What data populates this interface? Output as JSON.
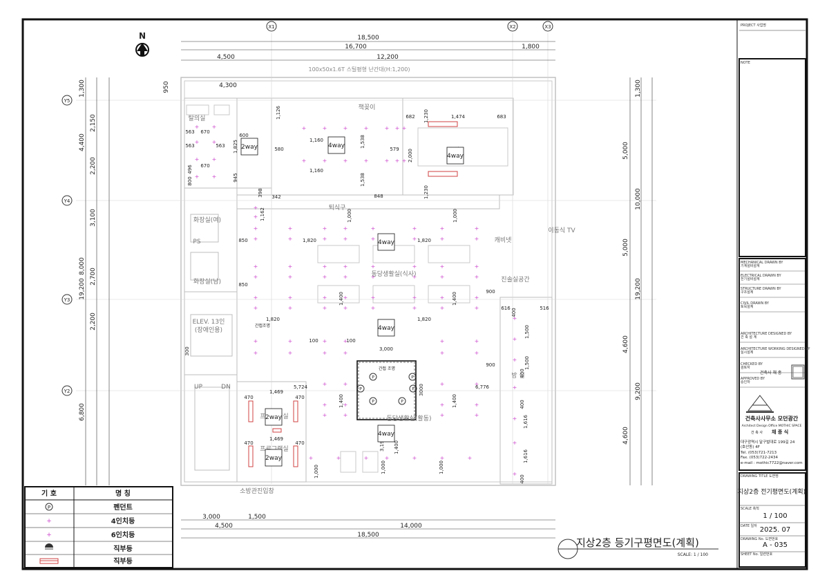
{
  "drawing": {
    "title": "지상2층 등기구평면도(계획)",
    "scale_note": "SCALE: 1 / 100",
    "north_label": "N",
    "grid_cols": [
      "X1",
      "X2",
      "X3"
    ],
    "grid_rows": [
      "Y5",
      "Y4",
      "Y3",
      "Y2"
    ],
    "top_dims": [
      "18,500",
      "16,700",
      "1,800",
      "4,500",
      "12,200"
    ],
    "bottom_dims": [
      "3,000",
      "1,500",
      "4,500",
      "14,000",
      "18,500"
    ],
    "left_dims": [
      "1,300",
      "2,150",
      "4,400",
      "2,200",
      "3,100",
      "8,000",
      "2,700",
      "19,200",
      "2,200",
      "6,800",
      "950",
      "4,300"
    ],
    "right_dims": [
      "1,300",
      "5,000",
      "10,000",
      "5,000",
      "19,200",
      "4,600",
      "9,200",
      "4,600"
    ],
    "inner_dims": [
      "563",
      "670",
      "563",
      "563",
      "670",
      "600",
      "1,825",
      "945",
      "1,126",
      "580",
      "1,160",
      "1,538",
      "1,160",
      "1,538",
      "579",
      "682",
      "1,230",
      "1,474",
      "683",
      "2,000",
      "1,230",
      "1,162",
      "342",
      "398",
      "848",
      "1,000",
      "1,000",
      "850",
      "1,820",
      "1,820",
      "850",
      "1,400",
      "1,400",
      "1,820",
      "1,820",
      "900",
      "616",
      "400",
      "516",
      "1,500",
      "1,500",
      "900",
      "3,198",
      "3,000",
      "5,724",
      "6,776",
      "3000",
      "1,469",
      "470",
      "470",
      "1,400",
      "1,400",
      "1,400",
      "1,469",
      "470",
      "470",
      "1,000",
      "1,000",
      "1,000",
      "1,616",
      "1,616",
      "400",
      "400",
      "400",
      "100",
      "100",
      "496",
      "800",
      "3,198",
      "300"
    ],
    "device_labels": [
      "2way",
      "4way",
      "4way",
      "4way",
      "4way",
      "4way",
      "2way",
      "2way",
      "간접조명",
      "간접 조명"
    ],
    "room_labels": [
      "탈의실",
      "책꽂이",
      "공간",
      "화장실(여)",
      "PS",
      "화장실(남)",
      "ELEV. 13인",
      "(장애인용)",
      "UP",
      "DN",
      "퇴식구",
      "동당생활실(식사)",
      "캐비넷",
      "이동식 TV",
      "진솔실공간",
      "방 실",
      "동당생활실(활동)",
      "프로그램실",
      "프로그램실",
      "소방관진입창"
    ],
    "ceiling_note": "100x50x1.6T 스틸평형 난간대(H:1,200)"
  },
  "legend": {
    "header_symbol": "기 호",
    "header_name": "명 칭",
    "rows": [
      {
        "symbol": "P",
        "name": "펜던트"
      },
      {
        "symbol": "4-light",
        "name": "4인치등"
      },
      {
        "symbol": "6-light",
        "name": "6인치등"
      },
      {
        "symbol": "ceiling-light",
        "name": "직부등"
      },
      {
        "symbol": "linear-light",
        "name": "직부등"
      }
    ]
  },
  "title_block": {
    "project_label": "PROJECT\n사업명",
    "note_label": "NOTE",
    "fields": [
      "MECHANICAL DRAWN BY\n기계설비설계",
      "ELECTRICAL DRAWN BY\n전기설비설계",
      "STRUCTURE DRAWN BY\n구조설계",
      "CIVIL DRAWN BY\n토목설계",
      "ARCHITECTURE DESIGNED BY\n건 축 설 계",
      "ARCHITECTURE WORKING DESIGNED BY\n실시설계",
      "CHECKED BY\n검토자",
      "APPROVED BY\n승인자"
    ],
    "checker": "건축사  채 종",
    "firm_name": "건축사사무소 모던광간",
    "firm_en": "Architect Design Office MOTHIC SPACE",
    "architect_prefix": "건 축 사",
    "architect_name": "채 종 식",
    "address1": "대구광역시 달구벌대로 199길 24",
    "address2": "(호산동) 4F",
    "tel": "Tel. (053)721-7213",
    "fax": "Fax. (053)722-2434",
    "email": "e-mail : mothic7722@naver.com",
    "drawing_title_label": "DRAWING TITLE\n도면명",
    "drawing_title": "지상2층 전기평면도(계획)",
    "scale_label": "SCALE\n축척",
    "scale_value": "1 / 100",
    "date_label": "DATE\n일자",
    "date_value": "2025. 07",
    "drawing_no_label": "DRAWING No.\n도면번호",
    "drawing_no": "A  -  035",
    "sheet_no_label": "SHEET No.\n일련번호"
  },
  "colors": {
    "line": "#111111",
    "fixture": "#cc44cc",
    "linear": "#d04040",
    "light": "#b8b8b8"
  }
}
